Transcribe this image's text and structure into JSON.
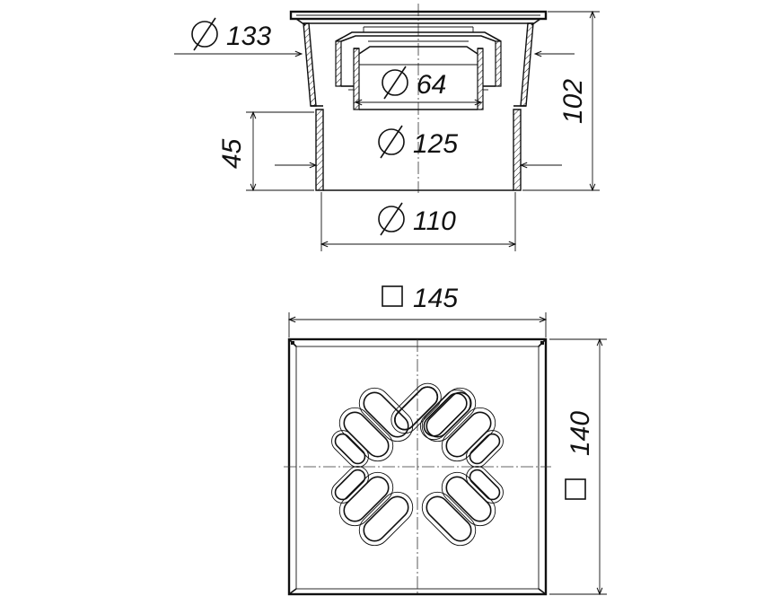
{
  "side_view": {
    "dim_top_diameter": "133",
    "dim_inner_diameter": "64",
    "dim_outer_pipe_diameter": "125",
    "dim_pipe_diameter": "110",
    "dim_pipe_height": "45",
    "dim_total_height": "102"
  },
  "top_view": {
    "dim_width": "145",
    "dim_height": "140"
  }
}
